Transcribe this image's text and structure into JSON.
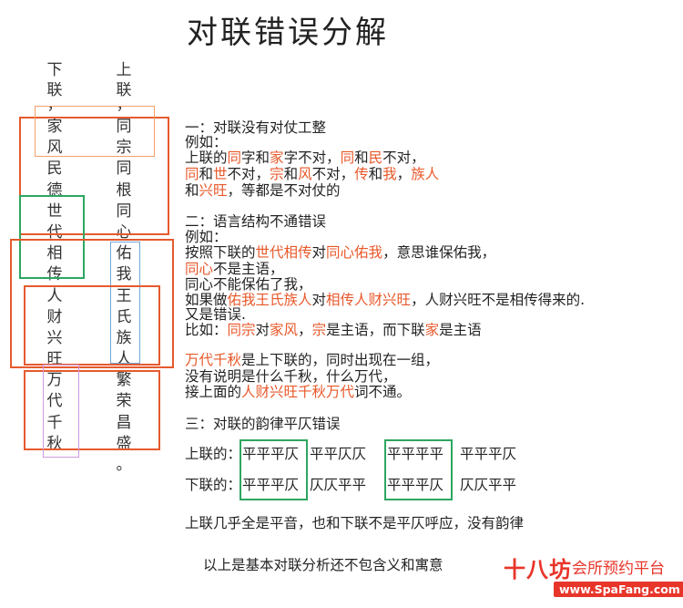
{
  "title": "对联错误分解",
  "couplet": {
    "lower_header": [
      "下",
      "联",
      "，"
    ],
    "upper_header": [
      "上",
      "联",
      "，"
    ],
    "lower_chars": [
      "家",
      "风",
      "民",
      "德",
      "世",
      "代",
      "相",
      "传",
      "人",
      "财",
      "兴",
      "旺",
      "万",
      "代",
      "千",
      "秋"
    ],
    "upper_chars": [
      "同",
      "宗",
      "同",
      "根",
      "同",
      "心",
      "佑",
      "我",
      "王",
      "氏",
      "族",
      "人",
      "繁",
      "荣",
      "昌",
      "盛",
      "。"
    ]
  },
  "sections": {
    "s1": {
      "heading": "一：对联没有对仗工整",
      "example": "例如：",
      "line1": [
        "上联的",
        "同",
        "字和",
        "家",
        "字不对，",
        "同",
        "和",
        "民",
        "不对，"
      ],
      "line2": [
        "同",
        "和",
        "世",
        "不对，",
        "宗",
        "和",
        "风",
        "不对，",
        "传",
        "和",
        "我",
        "，",
        "族人"
      ],
      "line3": [
        "和",
        "兴旺",
        "，等都是不对仗的"
      ]
    },
    "s2": {
      "heading": "二：语言结构不通错误",
      "example": "例如：",
      "line1": [
        "按照下联的",
        "世代相传",
        "对",
        "同心佑我",
        "，意思谁保佑我，"
      ],
      "line2": [
        "同心",
        "不是主语，"
      ],
      "line3": "同心不能保佑了我，",
      "line4": [
        "如果做",
        "佑我王氏族人",
        "对",
        "相传人财兴旺",
        "，人财兴旺不是相传得来的."
      ],
      "line5": "又是错误.",
      "line6": [
        "比如：",
        "同宗",
        "对",
        "家风",
        "，",
        "宗",
        "是主语，而下联",
        "家",
        "是主语"
      ],
      "line7": [
        "万代千秋",
        "是上下联的，同时出现在一组，"
      ],
      "line8": "没有说明是什么千秋，什么万代，",
      "line9": [
        "接上面的",
        "人财兴旺千秋万代",
        "词不通。"
      ]
    },
    "s3": {
      "heading": "三：对联的韵律平仄错误",
      "upper_label": "上联的：",
      "upper_meter": [
        "平平平仄",
        "平平仄仄",
        "平平平平",
        "平平平仄"
      ],
      "lower_label": "下联的：",
      "lower_meter": [
        "平平平仄",
        "仄仄平平",
        "平平平仄",
        "仄仄平平"
      ],
      "conclusion": "上联几乎全是平音，也和下联不是平仄呼应，没有韵律"
    }
  },
  "footer": "以上是基本对联分析还不包含义和寓意",
  "watermark": {
    "logo": "十八坊",
    "tagline": "会所预约平台",
    "url": "www.SpaFang.com"
  },
  "colors": {
    "highlight": "#e8582a",
    "box_red": "#e65a2e",
    "box_green": "#2ea660",
    "box_blue": "#6fa6d6",
    "box_purple": "#cf9adf",
    "box_orange": "#f3a06c",
    "brand": "#e8352a"
  }
}
